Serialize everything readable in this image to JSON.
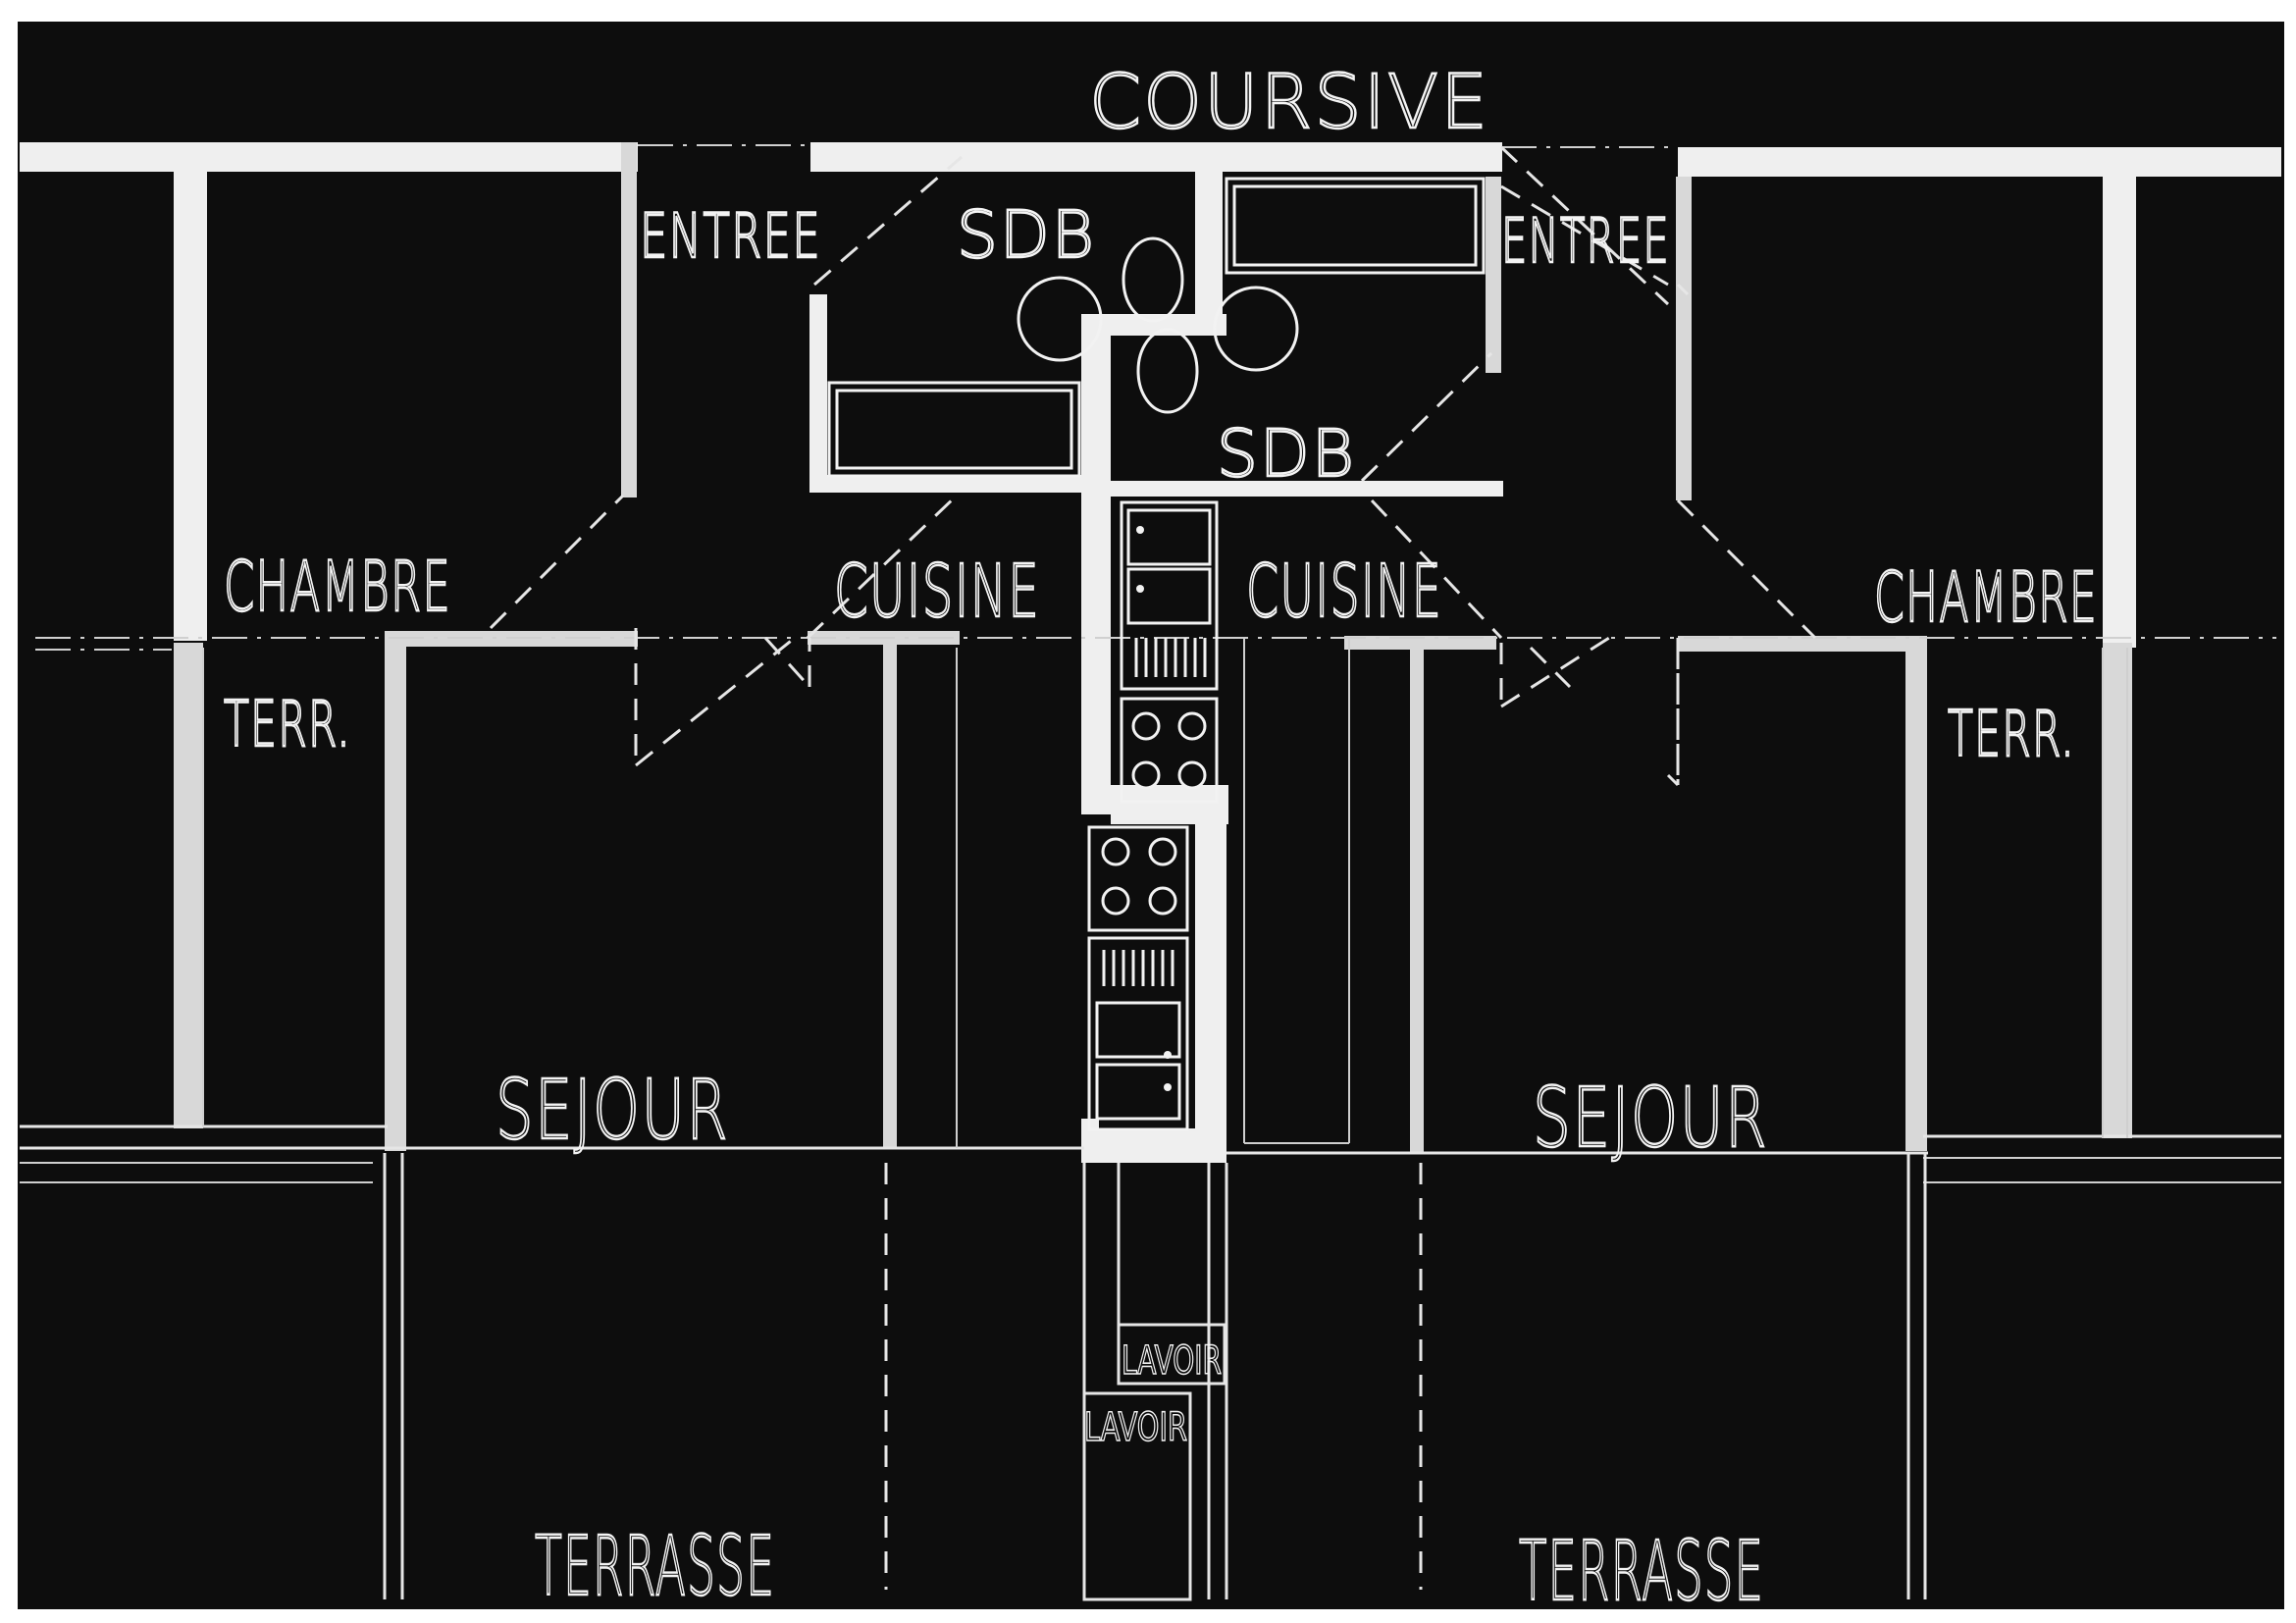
{
  "labels": {
    "coursive": "COURSIVE",
    "entree_left": "ENTREE",
    "entree_right": "ENTREE",
    "sdb_left": "SDB",
    "sdb_right": "SDB",
    "chambre_left": "CHAMBRE",
    "chambre_right": "CHAMBRE",
    "cuisine_left": "CUISINE",
    "cuisine_right": "CUISINE",
    "terr_left": "TERR.",
    "terr_right": "TERR.",
    "sejour_left": "SEJOUR",
    "sejour_right": "SEJOUR",
    "lavoir_upper": "LAVOIR",
    "lavoir_lower": "LAVOIR",
    "terrasse_left": "TERRASSE",
    "terrasse_right": "TERRASSE"
  },
  "colors": {
    "background": "#0d0d0d",
    "lines": "#efefef"
  }
}
